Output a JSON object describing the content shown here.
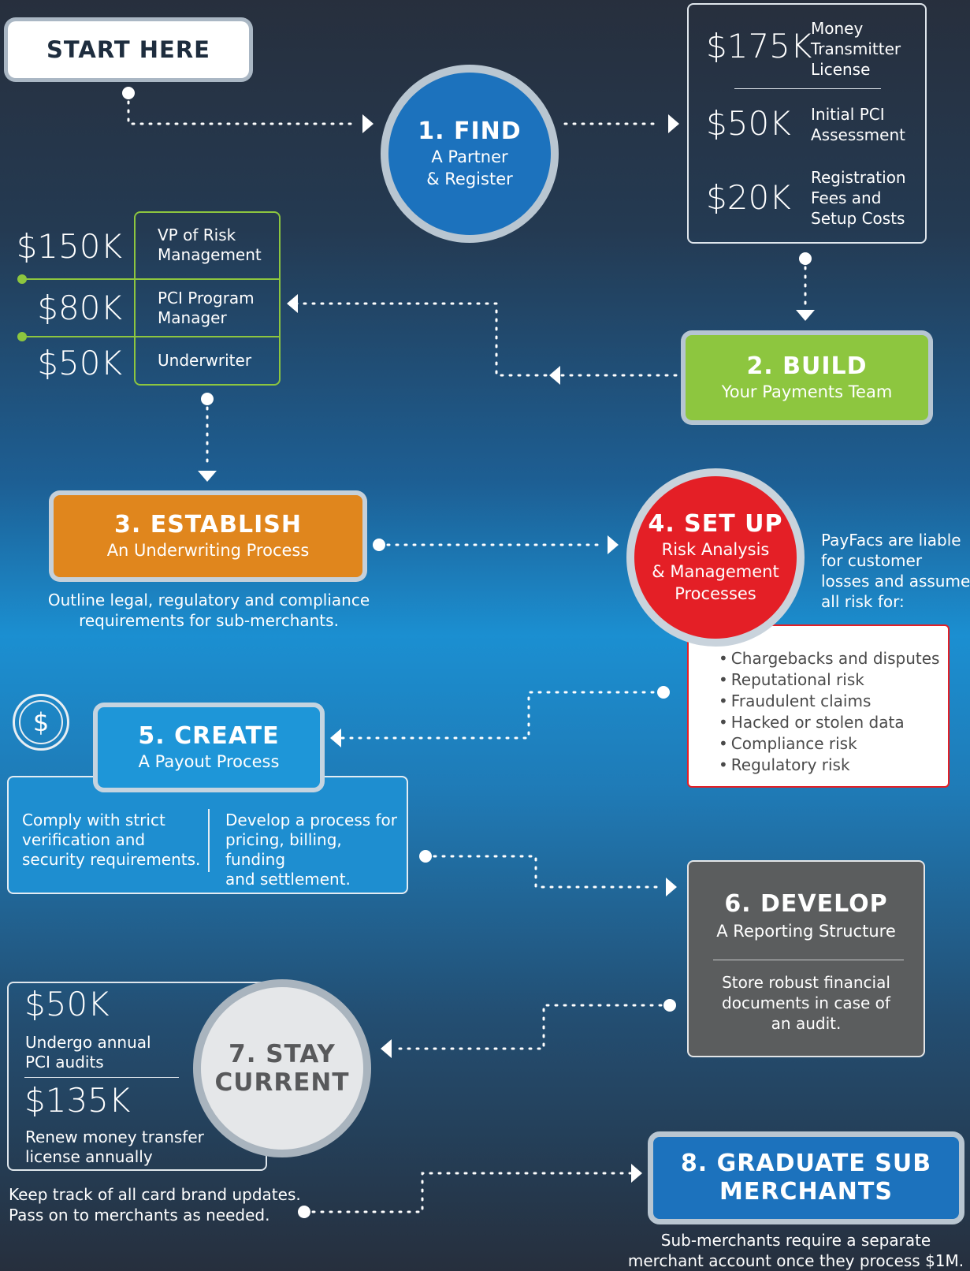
{
  "start": {
    "label": "START HERE"
  },
  "step1": {
    "title": "1. FIND",
    "sub1": "A Partner",
    "sub2": "& Register"
  },
  "step1_costs": [
    {
      "amount": "$175K",
      "label": [
        "Money",
        "Transmitter",
        "License"
      ]
    },
    {
      "amount": "$50K",
      "label": [
        "Initial PCI",
        "Assessment"
      ]
    },
    {
      "amount": "$20K",
      "label": [
        "Registration",
        "Fees and",
        "Setup Costs"
      ]
    }
  ],
  "step2": {
    "title": "2. BUILD",
    "sub": "Your Payments Team"
  },
  "team": [
    {
      "amount": "$150K",
      "role": [
        "VP of Risk",
        "Management"
      ]
    },
    {
      "amount": "$80K",
      "role": [
        "PCI Program",
        "Manager"
      ]
    },
    {
      "amount": "$50K",
      "role": [
        "Underwriter"
      ]
    }
  ],
  "step3": {
    "title": "3. ESTABLISH",
    "sub": "An Underwriting Process",
    "note": [
      "Outline legal, regulatory and compliance",
      "requirements for sub-merchants."
    ]
  },
  "step4": {
    "title": "4. SET UP",
    "sub": [
      "Risk Analysis",
      "& Management",
      "Processes"
    ],
    "note": [
      "PayFacs are liable",
      "for customer",
      "losses and assume",
      "all risk for:"
    ],
    "risks": [
      "Chargebacks and disputes",
      "Reputational risk",
      "Fraudulent claims",
      "Hacked or stolen data",
      "Compliance risk",
      "Regulatory risk"
    ]
  },
  "step5": {
    "title": "5. CREATE",
    "sub": "A Payout Process",
    "col1": [
      "Comply with strict",
      "verification and",
      "security requirements."
    ],
    "col2": [
      "Develop a process for",
      "pricing, billing, funding",
      "and settlement."
    ],
    "icon": "dollar-icon"
  },
  "step6": {
    "title": "6. DEVELOP",
    "sub": "A Reporting Structure",
    "note": [
      "Store robust financial",
      "documents in case of",
      "an audit."
    ]
  },
  "step7": {
    "title1": "7. STAY",
    "title2": "CURRENT",
    "costs": [
      {
        "amount": "$50K",
        "label": [
          "Undergo annual",
          "PCI audits"
        ]
      },
      {
        "amount": "$135K",
        "label": [
          "Renew money transfer",
          "license annually"
        ]
      }
    ],
    "note": [
      "Keep track of all card brand updates.",
      "Pass on to merchants as needed."
    ]
  },
  "step8": {
    "title1": "8. GRADUATE SUB",
    "title2": "MERCHANTS",
    "note": [
      "Sub-merchants require a separate",
      "merchant account once they process $1M."
    ]
  },
  "colors": {
    "green": "#8dc63f",
    "orange": "#e0861d",
    "red": "#e41f26",
    "blue": "#1c72bd",
    "gray": "#5b5d5e"
  }
}
